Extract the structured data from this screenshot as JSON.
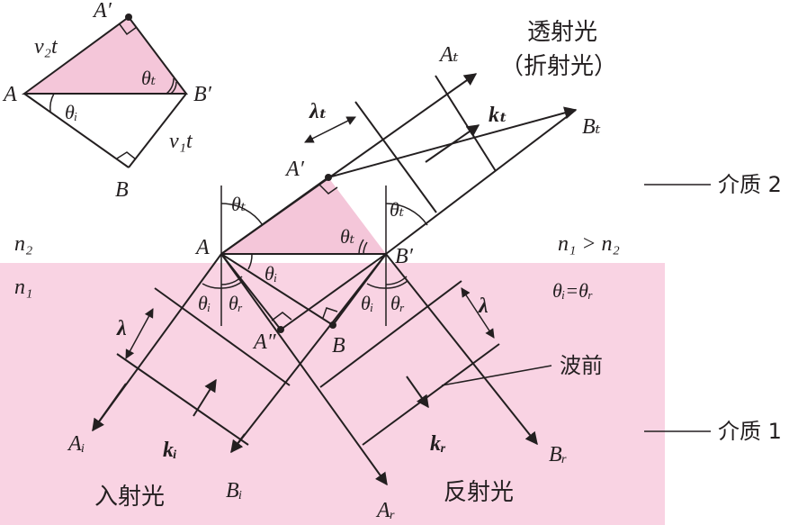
{
  "colors": {
    "medium1": "#f9d3e3",
    "triangle": "#f4c6d9",
    "ink": "#231f20"
  },
  "inset": {
    "A": "A",
    "A_prime": "A′",
    "B": "B",
    "B_prime": "B′",
    "v2t": "v₂t",
    "v1t": "v₁t",
    "theta_i": "θᵢ",
    "theta_t": "θₜ"
  },
  "points": {
    "A": "A",
    "A_prime": "A′",
    "A_double_prime": "A″",
    "B": "B",
    "B_prime": "B′"
  },
  "angles": {
    "theta_t_left": "θₜ",
    "theta_t_right": "θₜ",
    "theta_t_triangle": "θₜ",
    "theta_i_triangle": "θᵢ",
    "theta_i_left": "θᵢ",
    "theta_r_left": "θᵣ",
    "theta_i_right": "θᵢ",
    "theta_r_right": "θᵣ"
  },
  "media": {
    "n2": "n₂",
    "n1": "n₁",
    "relation": "n₁ > n₂",
    "law": "θᵢ=θᵣ",
    "medium2": "介质 2",
    "medium1": "介质 1"
  },
  "rays": {
    "A_t": "Aₜ",
    "B_t": "Bₜ",
    "k_t": "kₜ",
    "lambda_t": "λₜ",
    "A_i": "Aᵢ",
    "B_i": "Bᵢ",
    "k_i": "kᵢ",
    "lambda_i": "λ",
    "A_r": "Aᵣ",
    "B_r": "Bᵣ",
    "k_r": "kᵣ",
    "lambda_r": "λ"
  },
  "captions": {
    "transmitted": "透射光",
    "refracted": "（折射光）",
    "incident": "入射光",
    "reflected": "反射光",
    "wavefront": "波前"
  }
}
